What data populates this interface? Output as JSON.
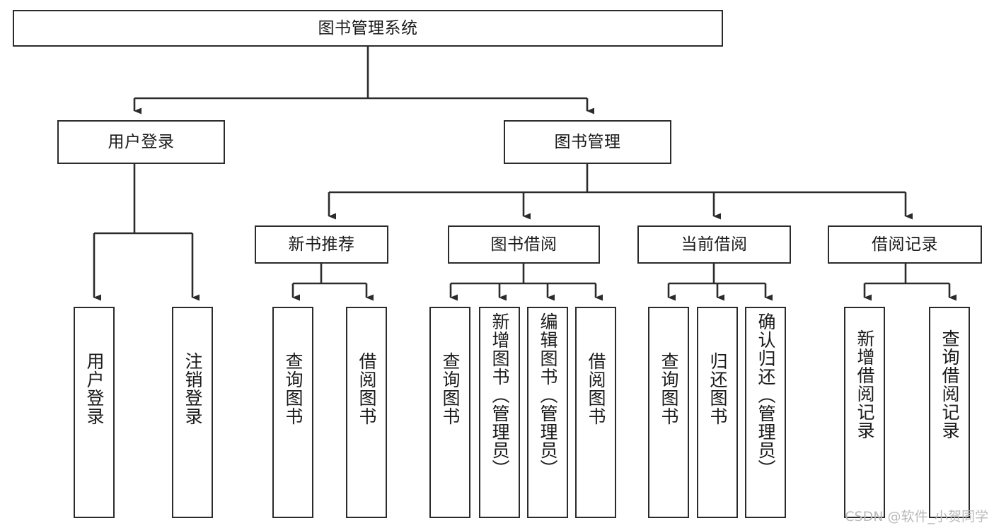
{
  "diagram": {
    "type": "hierarchy-tree",
    "title": "图书管理系统",
    "watermark": "CSDN @软件_小贺同学",
    "colors": {
      "stroke": "#2b2b2b",
      "background": "#ffffff",
      "text": "#1a1a1a",
      "watermark": "#b9b9b9"
    },
    "nodes": {
      "root": {
        "label": "图书管理系统"
      },
      "level2": [
        {
          "label": "用户登录"
        },
        {
          "label": "图书管理"
        }
      ],
      "level3": [
        {
          "label": "新书推荐"
        },
        {
          "label": "图书借阅"
        },
        {
          "label": "当前借阅"
        },
        {
          "label": "借阅记录"
        }
      ],
      "leaves_user_login": [
        {
          "label": "用户登录"
        },
        {
          "label": "注销登录"
        }
      ],
      "leaves_new_book": [
        {
          "label": "查询图书"
        },
        {
          "label": "借阅图书"
        }
      ],
      "leaves_borrow": [
        {
          "label": "查询图书"
        },
        {
          "label": "新增图书（管理员）"
        },
        {
          "label": "编辑图书（管理员）"
        },
        {
          "label": "借阅图书"
        }
      ],
      "leaves_current": [
        {
          "label": "查询图书"
        },
        {
          "label": "归还图书"
        },
        {
          "label": "确认归还（管理员）"
        }
      ],
      "leaves_record": [
        {
          "label": "新增借阅记录"
        },
        {
          "label": "查询借阅记录"
        }
      ]
    }
  }
}
